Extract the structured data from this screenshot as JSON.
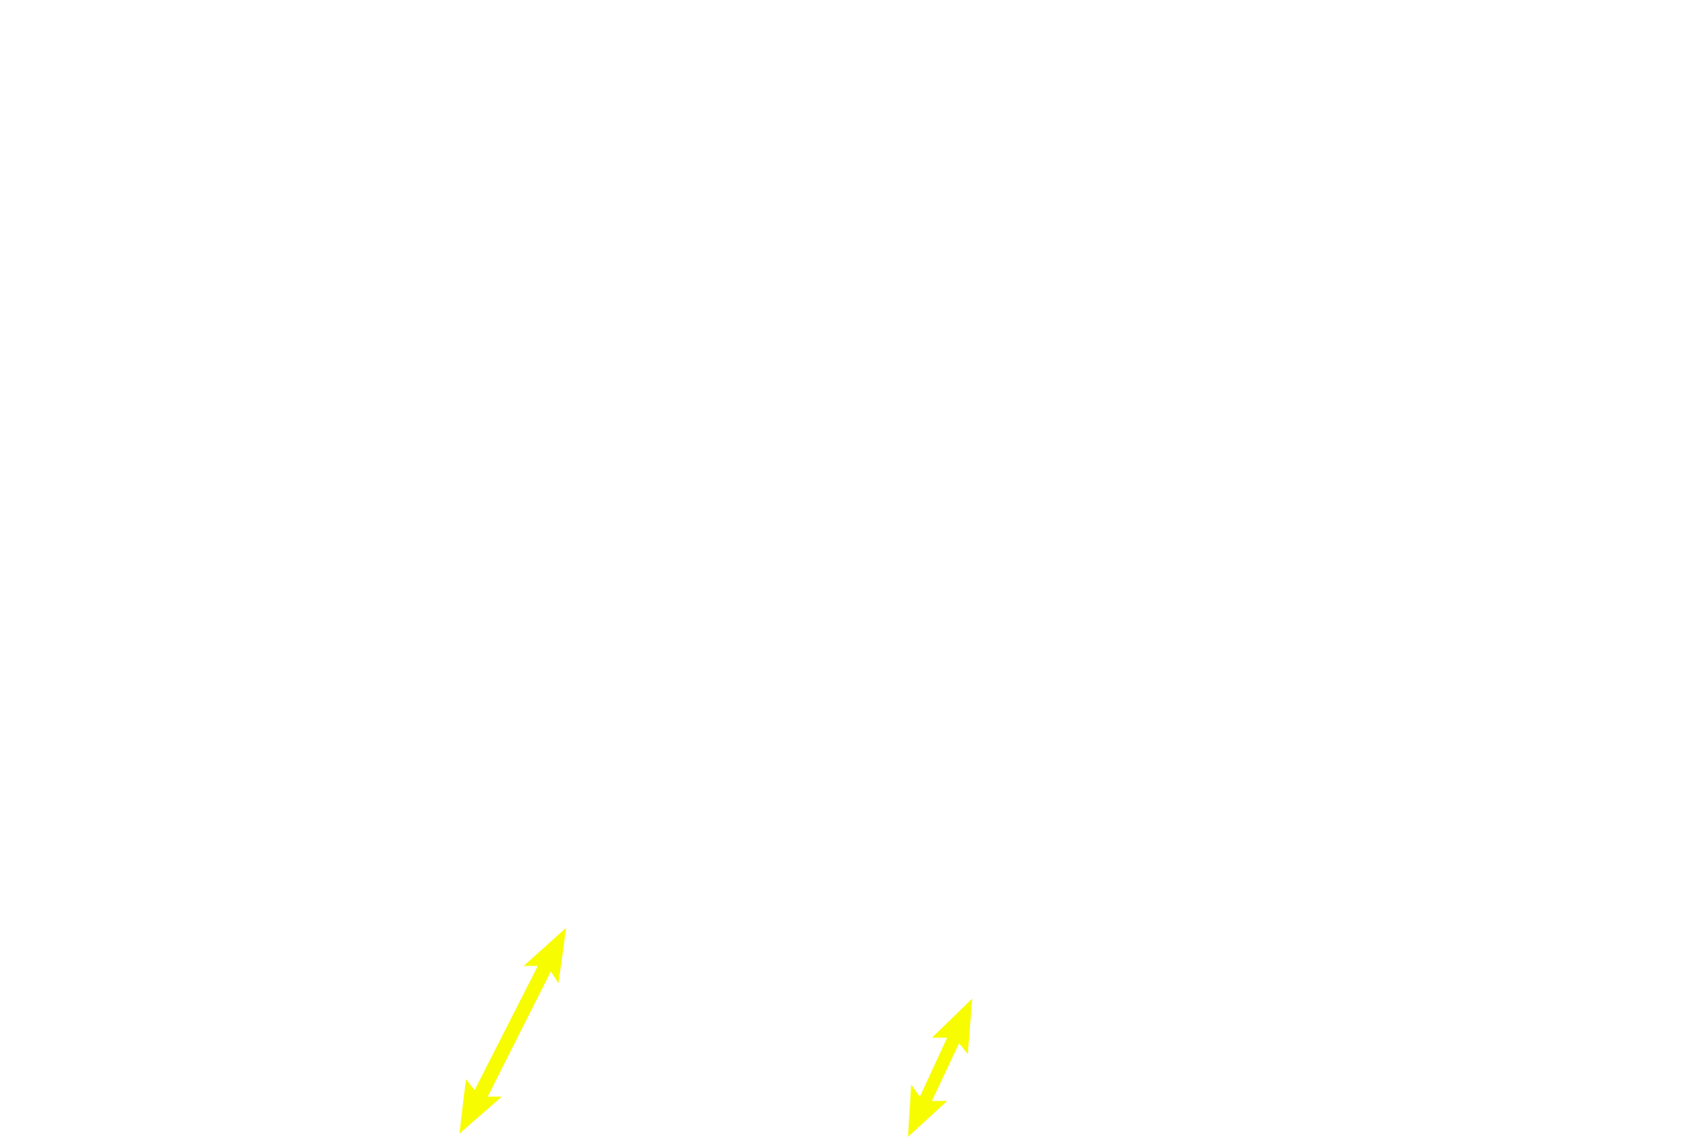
{
  "background_color": "#ffffff",
  "arrows": [
    {
      "name": "double-arrow-left",
      "color": "#f7fc00",
      "style": "double-headed"
    },
    {
      "name": "double-arrow-right",
      "color": "#f7fc00",
      "style": "double-headed"
    }
  ]
}
